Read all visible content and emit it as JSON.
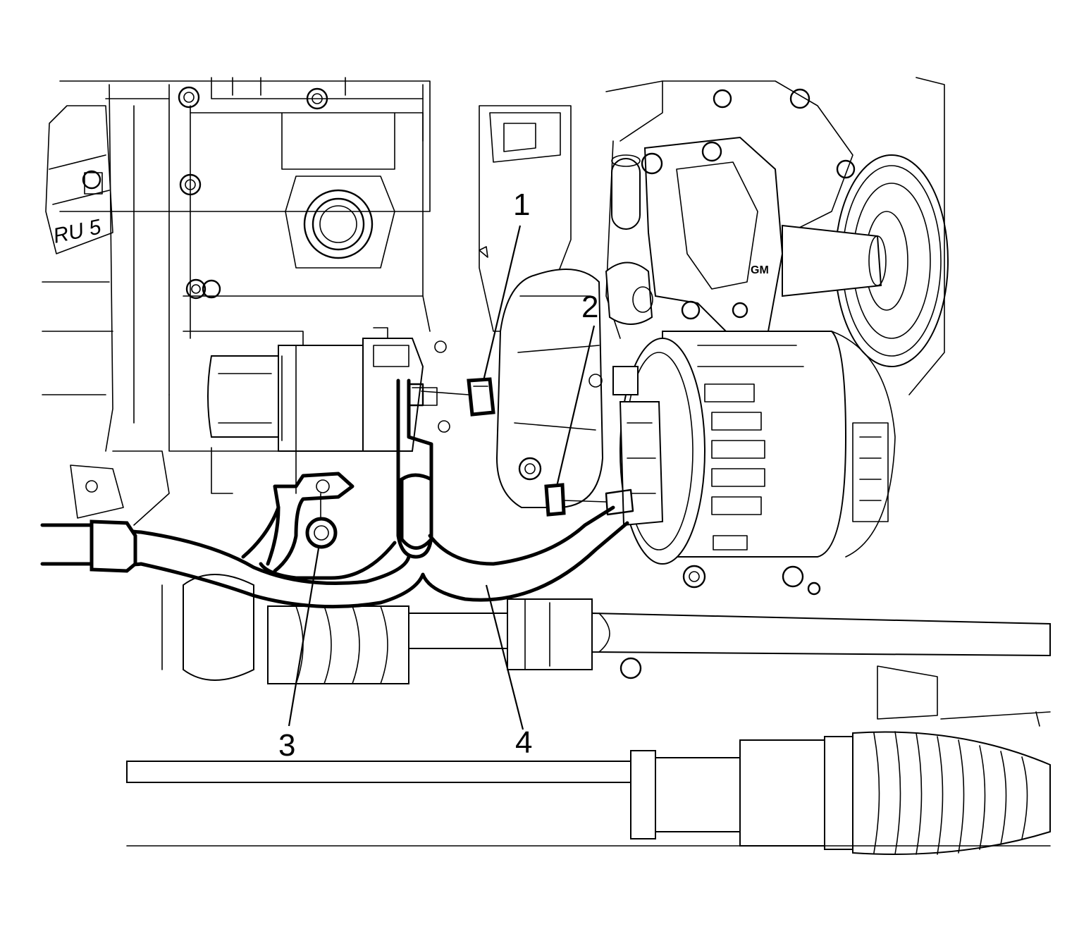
{
  "callouts": [
    {
      "id": "1",
      "label": "1",
      "target": "starter-solenoid-nut"
    },
    {
      "id": "2",
      "label": "2",
      "target": "generator-terminal-nut"
    },
    {
      "id": "3",
      "label": "3",
      "target": "harness-bracket-bolt"
    },
    {
      "id": "4",
      "label": "4",
      "target": "battery-cable-harness"
    }
  ],
  "engraving": {
    "block_text": "RU 5",
    "logo_text": "GM"
  },
  "colors": {
    "line": "#000000",
    "background": "#ffffff"
  }
}
